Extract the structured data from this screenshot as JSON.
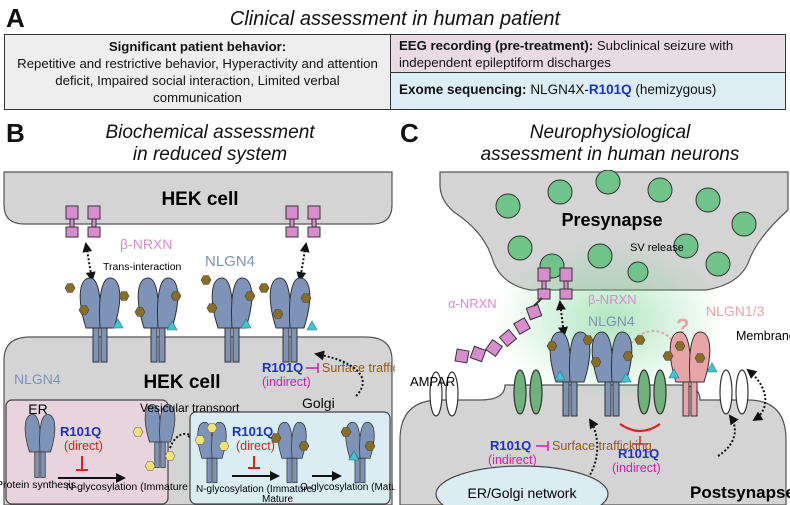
{
  "panel_a": {
    "letter": "A",
    "title": "Clinical assessment in human patient",
    "behavior_heading": "Significant patient behavior:",
    "behavior_text": "Repetitive and restrictive behavior, Hyperactivity and attention deficit, Impaired social interaction, Limited verbal communication",
    "eeg_heading": "EEG recording (pre-treatment):",
    "eeg_text": "Subclinical seizure with independent epileptiform discharges",
    "exome_heading": "Exome sequencing:",
    "exome_gene": "NLGN4X-",
    "exome_variant": "R101Q",
    "exome_note": "(hemizygous)"
  },
  "panel_b": {
    "letter": "B",
    "title_line1": "Biochemical assessment",
    "title_line2": "in reduced system",
    "hek_top_label": "HEK cell",
    "hek_bottom_label": "HEK cell",
    "beta_nrxn": "β-NRXN",
    "trans_interaction": "Trans-interaction",
    "nlgn4_top": "NLGN4",
    "nlgn4_left": "NLGN4",
    "r101q": "R101Q",
    "indirect": "(indirect)",
    "direct": "(direct)",
    "surface_trafficking": "Surface trafficking",
    "er_label": "ER",
    "golgi_label": "Golgi",
    "vesicular_transport": "Vesicular transport",
    "protein_synthesis": "Protein synthesis",
    "n_glyco_immature": "N-glycosylation (Immature",
    "n_glyco_mix": "N-glycosylation (Immature",
    "mature": "Mature",
    "o_glyco": "O-glycosylation (Mature"
  },
  "panel_c": {
    "letter": "C",
    "title_line1": "Neurophysiological",
    "title_line2": "assessment in human neurons",
    "presynapse": "Presynapse",
    "postsynapse": "Postsynapse",
    "sv_release": "SV release",
    "alpha_nrxn": "α-NRXN",
    "beta_nrxn": "β-NRXN",
    "nlgn4": "NLGN4",
    "nlgn13": "NLGN1/3",
    "question": "?",
    "ampar": "AMPAR",
    "membrane_diffusion": "Membrane diffusion",
    "r101q": "R101Q",
    "indirect": "(indirect)",
    "surface_trafficking": "Surface trafficking",
    "er_golgi": "ER/Golgi network"
  },
  "colors": {
    "nlgn4": "#7d93b8",
    "nrxn": "#d98bcf",
    "nlgn13": "#e9a4a8",
    "ampar_green": "#6fb27a",
    "vesicle": "#6fc48a",
    "glycan_brown": "#8a6d1e",
    "glycan_yellow": "#f2e46a",
    "o_glycan_cyan": "#3cc6d6",
    "cell_gray": "#d4d4d4",
    "er_pink": "#e7d4dc",
    "golgi_blue": "#d9edf3"
  }
}
